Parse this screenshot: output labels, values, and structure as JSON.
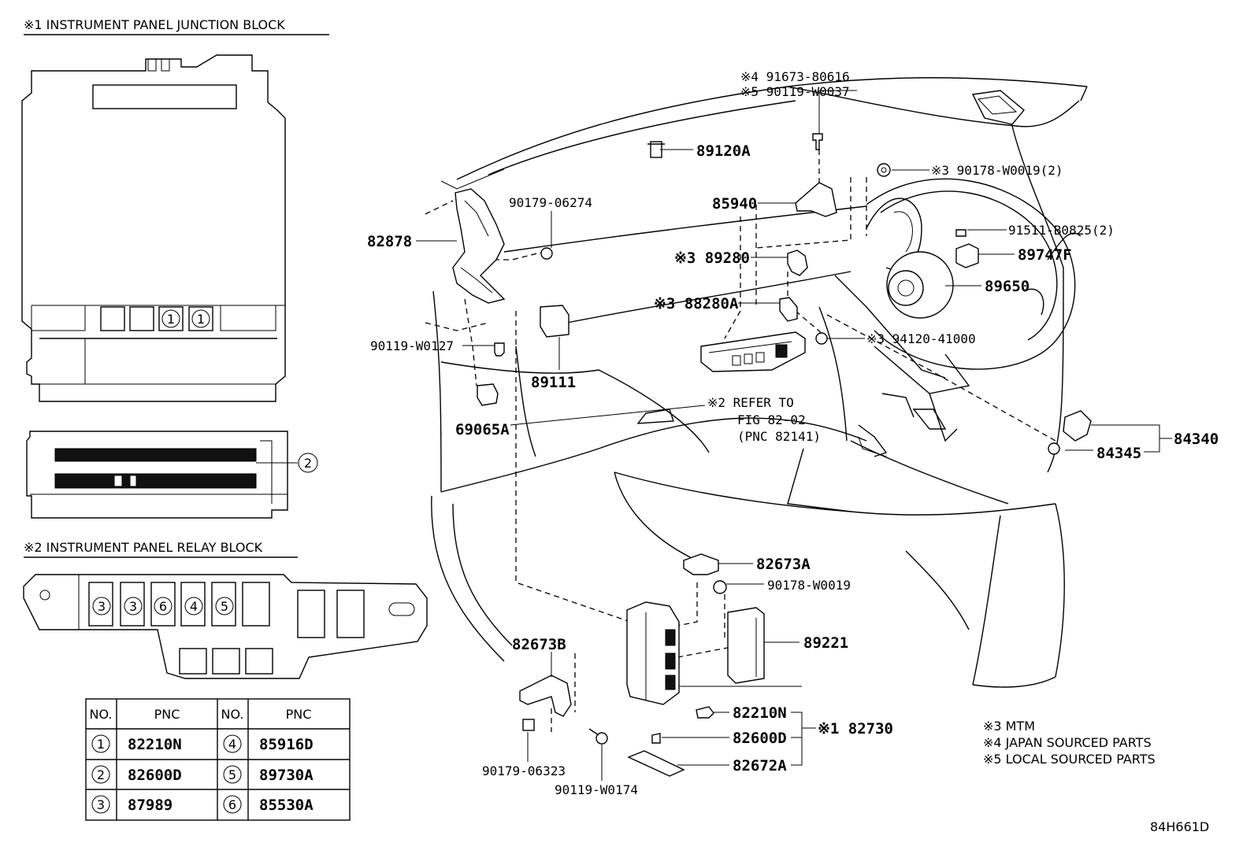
{
  "diagram": {
    "block1_title": "※1 INSTRUMENT PANEL JUNCTION BLOCK",
    "block2_title": "※2 INSTRUMENT PANEL RELAY BLOCK",
    "junction_markers": [
      "1",
      "1"
    ],
    "junction_side_marker": "2",
    "relay_markers": [
      "3",
      "3",
      "6",
      "4",
      "5"
    ],
    "table": {
      "headers": [
        "NO.",
        "PNC",
        "NO.",
        "PNC"
      ],
      "rows": [
        {
          "no1": "1",
          "pnc1": "82210N",
          "no2": "4",
          "pnc2": "85916D"
        },
        {
          "no1": "2",
          "pnc1": "82600D",
          "no2": "5",
          "pnc2": "89730A"
        },
        {
          "no1": "3",
          "pnc1": "87989",
          "no2": "6",
          "pnc2": "85530A"
        }
      ]
    },
    "labels": {
      "l_91673": "※4 91673-80616",
      "l_90119_w0037": "※5 90119-W0037",
      "l_89120a": "89120A",
      "l_90178_w0019_2": "※3 90178-W0019(2)",
      "l_90179_06274": "90179-06274",
      "l_85940": "85940",
      "l_91511": "91511-B0825(2)",
      "l_82878": "82878",
      "l_89280": "※3 89280",
      "l_89747f": "89747F",
      "l_89650": "89650",
      "l_88280a": "※3 88280A",
      "l_90119_w0127": "90119-W0127",
      "l_94120": "※3 94120-41000",
      "l_89111": "89111",
      "l_refer1": "※2 REFER TO",
      "l_refer2": "FIG 82-02",
      "l_refer3": "(PNC 82141)",
      "l_69065a": "69065A",
      "l_84340": "84340",
      "l_84345": "84345",
      "l_82673a": "82673A",
      "l_90178_w0019": "90178-W0019",
      "l_82673b": "82673B",
      "l_89221": "89221",
      "l_82210n": "82210N",
      "l_82730": "※1 82730",
      "l_82600d": "82600D",
      "l_82672a": "82672A",
      "l_90179_06323": "90179-06323",
      "l_90119_w0174": "90119-W0174"
    },
    "notes": [
      "※3 MTM",
      "※4 JAPAN SOURCED PARTS",
      "※5 LOCAL SOURCED PARTS"
    ],
    "figure_code": "84H661D"
  }
}
